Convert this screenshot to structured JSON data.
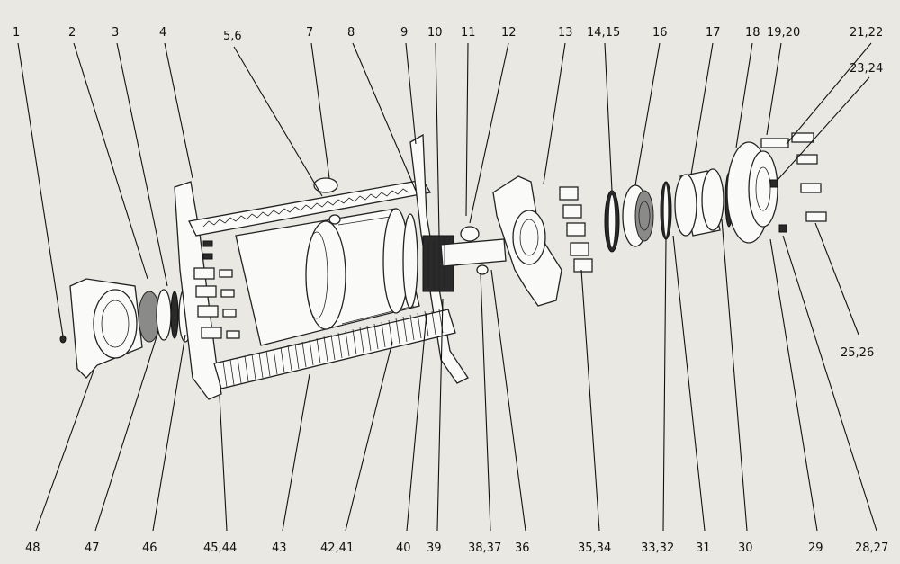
{
  "labels_top": [
    "1",
    "2",
    "3",
    "4",
    "5,6",
    "7",
    "8",
    "9",
    "10",
    "11",
    "12",
    "13",
    "14,15",
    "16",
    "17",
    "18",
    "19,20",
    "21,22",
    "23,24"
  ],
  "labels_right": [
    "25,26"
  ],
  "labels_bottom": [
    "48",
    "47",
    "46",
    "45,44",
    "43",
    "42,41",
    "40",
    "39",
    "38,37",
    "36",
    "35,34",
    "33,32",
    "31",
    "30",
    "29",
    "28,27"
  ],
  "colors": {
    "paper": "#e9e8e3",
    "ink": "#111111"
  }
}
